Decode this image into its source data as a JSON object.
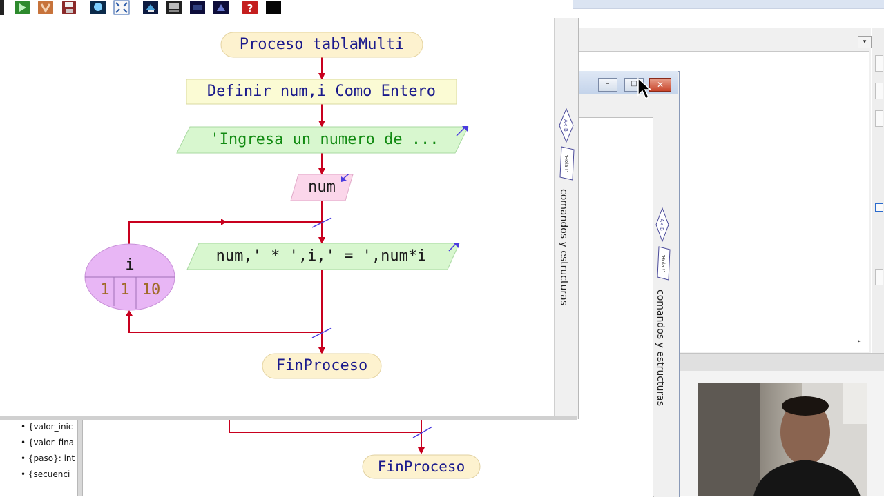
{
  "flowchart": {
    "process_start": "Proceso tablaMulti",
    "define": "Definir num,i Como Entero",
    "output_prompt": "'Ingresa un numero de ...",
    "input_var": "num",
    "loop_var": "i",
    "loop_start": "1",
    "loop_step": "1",
    "loop_end": "10",
    "output_line": "num,' * ',i,' = ',num*i",
    "process_end": "FinProceso"
  },
  "side_panel": {
    "label": "comandos y estructuras",
    "icon_assign_text": "A<-B",
    "icon_output_text": "'Hola !'"
  },
  "background_window": {
    "label": "comandos y estructuras",
    "dropdown_glyph": "▾",
    "scroll_glyph": "▸"
  },
  "lower_background": {
    "bullets": [
      "{valor_inic",
      "{valor_fina",
      "{paso}: int",
      "{secuenci"
    ],
    "process_end": "FinProceso"
  },
  "window_controls": {
    "minimize": "–",
    "maximize": "□",
    "close": "✕"
  },
  "colors": {
    "arrow": "#c8001e",
    "process_fill": "#fdf2cf",
    "define_fill": "#fbfbd4",
    "output_fill": "#d8f7cf",
    "input_fill": "#fbd6ea",
    "loop_fill": "#e8b6f5",
    "keyword_text": "#1a1a8c",
    "string_text": "#128a12"
  }
}
